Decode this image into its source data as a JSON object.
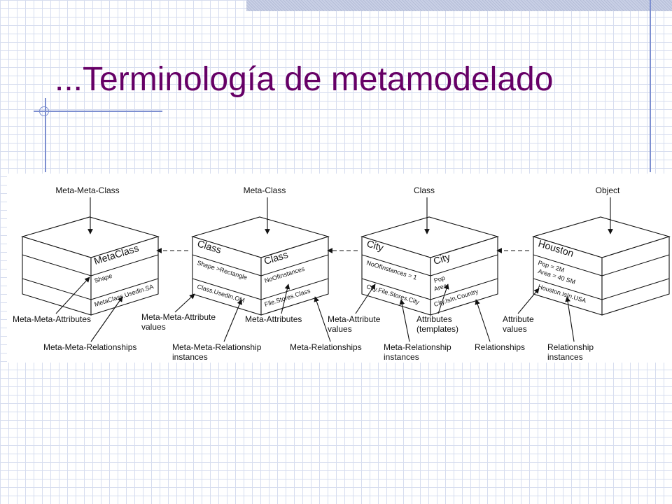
{
  "slide": {
    "title": "...Terminología de metamodelado"
  },
  "diagram": {
    "top_labels": [
      "Meta-Meta-Class",
      "Meta-Class",
      "Class",
      "Object"
    ],
    "boxes": [
      {
        "id": "metaclass",
        "front_title": "",
        "right_title": "MetaClass",
        "front_attrs": [],
        "right_attrs": [
          "Shape"
        ],
        "front_rel": "",
        "right_rel": "MetaClass.UsedIn.SA"
      },
      {
        "id": "class",
        "front_title": "Class",
        "right_title": "Class",
        "front_attrs": [
          "Shape >Rectangle"
        ],
        "right_attrs": [
          "NoOfInstances"
        ],
        "front_rel": "Class.UsedIn.OM",
        "right_rel": "File.Stores.Class"
      },
      {
        "id": "city",
        "front_title": "City",
        "right_title": "City",
        "front_attrs": [
          "NoOfInstances = 1"
        ],
        "right_attrs": [
          "Pop",
          "Area"
        ],
        "front_rel": "City.File.Stores.City",
        "right_rel": "City.IsIn.Country"
      },
      {
        "id": "houston",
        "front_title": "Houston",
        "right_title": "",
        "front_attrs": [
          "Pop = 2M",
          "Area = 40 SM"
        ],
        "right_attrs": [],
        "front_rel": "Houston.IsIn.USA",
        "right_rel": ""
      }
    ],
    "callouts": [
      {
        "id": "meta-meta-attributes",
        "lines": [
          "Meta-Meta-Attributes"
        ]
      },
      {
        "id": "meta-meta-relationships",
        "lines": [
          "Meta-Meta-Relationships"
        ]
      },
      {
        "id": "meta-meta-attribute-values",
        "lines": [
          "Meta-Meta-Attribute",
          "values"
        ]
      },
      {
        "id": "meta-meta-relationship-instances",
        "lines": [
          "Meta-Meta-Relationship",
          "instances"
        ]
      },
      {
        "id": "meta-attributes",
        "lines": [
          "Meta-Attributes"
        ]
      },
      {
        "id": "meta-relationships",
        "lines": [
          "Meta-Relationships"
        ]
      },
      {
        "id": "meta-attribute-values",
        "lines": [
          "Meta-Attribute",
          "values"
        ]
      },
      {
        "id": "meta-relationship-instances",
        "lines": [
          "Meta-Relationship",
          "instances"
        ]
      },
      {
        "id": "attributes-templates",
        "lines": [
          "Attributes",
          "(templates)"
        ]
      },
      {
        "id": "relationships",
        "lines": [
          "Relationships"
        ]
      },
      {
        "id": "attribute-values",
        "lines": [
          "Attribute",
          "values"
        ]
      },
      {
        "id": "relationship-instances",
        "lines": [
          "Relationship",
          "instances"
        ]
      }
    ]
  }
}
